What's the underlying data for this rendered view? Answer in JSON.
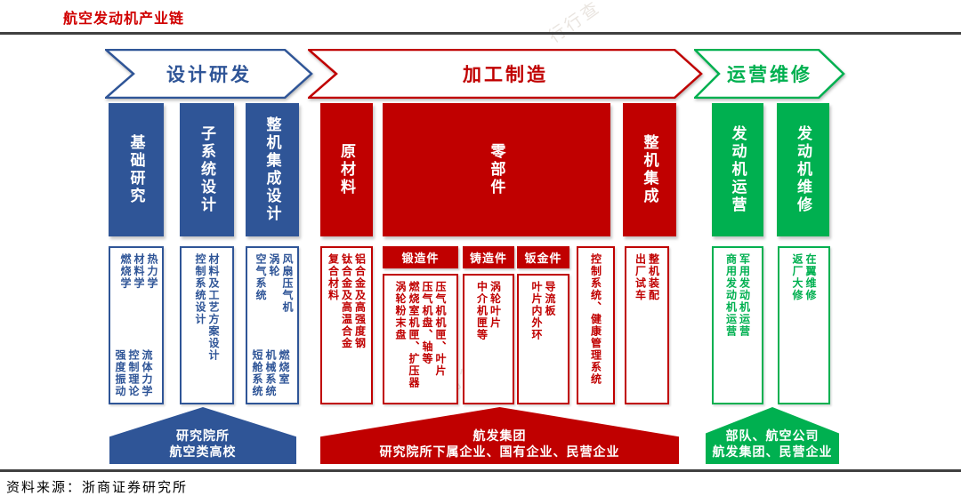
{
  "title": "航空发动机产业链",
  "source": "资料来源：浙商证券研究所",
  "watermark": "行行查",
  "colors": {
    "blue": "#2F5597",
    "red": "#C00000",
    "green": "#00B050",
    "title": "#D00000",
    "rule": "#404040"
  },
  "stages": [
    {
      "label": "设计研发",
      "columns": [
        {
          "header": "基础研究",
          "groups": [
            [
              "热力学",
              "材料学",
              "燃烧学"
            ],
            [
              "流体力学",
              "控制理论",
              "强度振动"
            ]
          ]
        },
        {
          "header": "子系统设计",
          "groups": [
            [
              "材料及工艺方案设计",
              "控制系统设计"
            ]
          ]
        },
        {
          "header": "整机集成设计",
          "groups": [
            [
              "风扇压气机",
              "涡轮",
              "空气系统"
            ],
            [
              "燃烧室",
              "机械系统",
              "短舱系统"
            ]
          ]
        }
      ],
      "banner": [
        "研究院所",
        "航空类高校"
      ]
    },
    {
      "label": "加工制造",
      "columns": [
        {
          "header": "原材料",
          "items": [
            "铝合金及高强度钢",
            "钛合金及高温合金",
            "复合材料"
          ]
        },
        {
          "header": "零部件",
          "subsections": [
            {
              "label": "锻造件",
              "items": [
                "压气机机匣、叶片",
                "压气机盘、轴等",
                "燃烧室机匣、扩压器",
                "涡轮粉末盘"
              ]
            },
            {
              "label": "铸造件",
              "items": [
                "涡轮叶片",
                "中介机匣等"
              ]
            },
            {
              "label": "钣金件",
              "items": [
                "导流板",
                "叶片内外环"
              ]
            }
          ],
          "extra": "控制系统、健康管理系统"
        },
        {
          "header": "整机集成",
          "items": [
            "整机装配",
            "出厂试车"
          ]
        }
      ],
      "banner": [
        "航发集团",
        "研究院所下属企业、国有企业、民营企业"
      ]
    },
    {
      "label": "运营维修",
      "columns": [
        {
          "header": "发动机运营",
          "items": [
            "军用发动机运营",
            "商用发动机运营"
          ]
        },
        {
          "header": "发动机维修",
          "items": [
            "在翼维修",
            "返厂大修"
          ]
        }
      ],
      "banner": [
        "部队、航空公司",
        "航发集团、民营企业"
      ]
    }
  ]
}
